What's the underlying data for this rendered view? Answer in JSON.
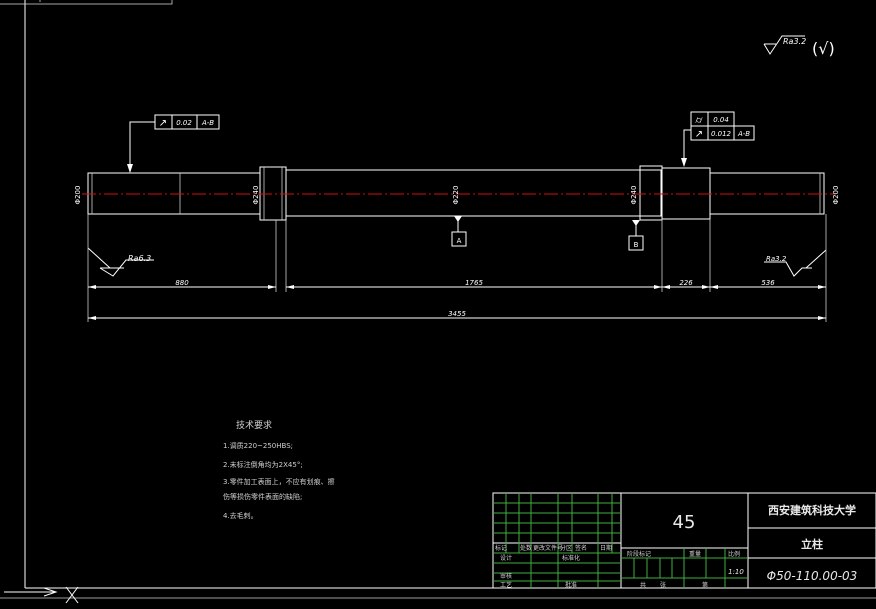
{
  "roughness": {
    "top_right": "Ra3.2",
    "top_right_suffix": "(√)",
    "left": "Ra6.3",
    "right": "Ra3.2"
  },
  "tolerance_frames": {
    "left": {
      "symbol": "↗",
      "value": "0.02",
      "datum": "A-B"
    },
    "right_top": {
      "symbol": "⌭",
      "value": "0.04"
    },
    "right_bottom": {
      "symbol": "↗",
      "value": "0.012",
      "datum": "A-B"
    }
  },
  "datums": {
    "a": "A",
    "b": "B"
  },
  "diameters": {
    "d1": "Φ200",
    "d2": "Φ240",
    "d3": "Φ220",
    "d4": "Φ240",
    "d5": "Φ200"
  },
  "dimensions": {
    "len1": "880",
    "len2": "1765",
    "len3": "226",
    "len4": "536",
    "total": "3455"
  },
  "tech_requirements": {
    "title": "技术要求",
    "items": [
      "1.调质220~250HBS;",
      "2.未标注倒角均为2X45°;",
      "3.零件加工表面上，不应有划痕、擦",
      "  伤等损伤零件表面的缺陷;",
      "4.去毛刺。"
    ]
  },
  "title_block": {
    "material": "45",
    "school": "西安建筑科技大学",
    "part_name": "立柱",
    "drawing_no": "Φ50-110.00-03",
    "scale": "1:10",
    "labels": {
      "mark": "标记",
      "count": "处数",
      "zone": "分区",
      "change_doc": "更改文件号",
      "sign": "签名",
      "date": "日期",
      "designer": "设计",
      "standardize": "标准化",
      "stage_mark": "阶段标记",
      "weight": "重量",
      "scale_label": "比例",
      "review": "审核",
      "craft": "工艺",
      "approve": "批准",
      "total": "共",
      "sheet": "张",
      "page": "第"
    }
  }
}
